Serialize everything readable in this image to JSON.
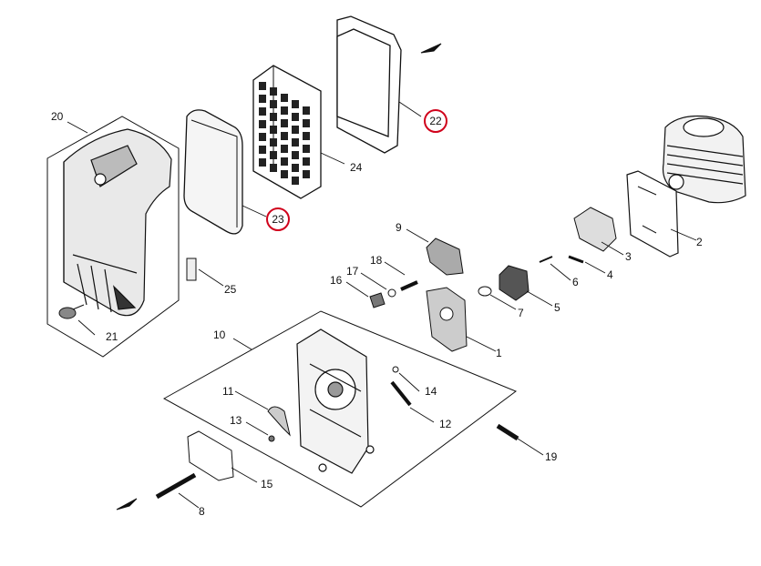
{
  "diagram": {
    "part_labels": {
      "p1": "1",
      "p2": "2",
      "p3": "3",
      "p4": "4",
      "p5": "5",
      "p6": "6",
      "p7": "7",
      "p8": "8",
      "p9": "9",
      "p10": "10",
      "p11": "11",
      "p12": "12",
      "p13": "13",
      "p14": "14",
      "p15": "15",
      "p16": "16",
      "p17": "17",
      "p18": "18",
      "p19": "19",
      "p20": "20",
      "p21": "21",
      "p22": "22",
      "p23": "23",
      "p24": "24",
      "p25": "25"
    },
    "highlight_color": "#d0021b",
    "highlighted_parts": [
      "22",
      "23"
    ]
  }
}
